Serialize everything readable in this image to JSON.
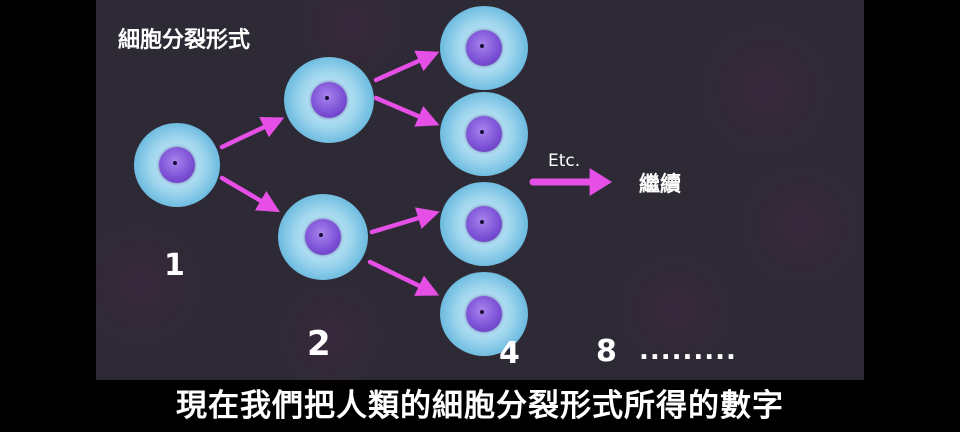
{
  "title": "細胞分裂形式",
  "counts": [
    "1",
    "2",
    "4",
    "8"
  ],
  "dots": ".........",
  "etc_label": "Etc.",
  "continue_label": "繼續",
  "subtitle": "現在我們把人類的細胞分裂形式所得的數字",
  "colors": {
    "background": "#2e2a35",
    "cell_outer": "#5cb2da",
    "cell_inner": "#d8f2fb",
    "nucleus": "#7e52d6",
    "arrow": "#e64fe6",
    "text": "#ffffff"
  }
}
